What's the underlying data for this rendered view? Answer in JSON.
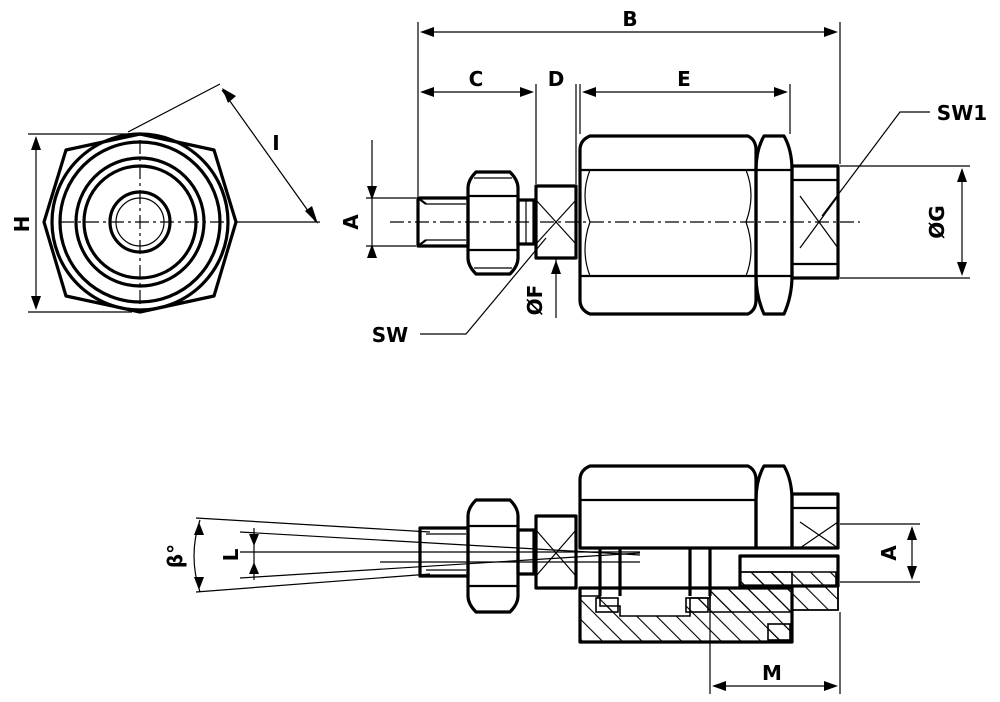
{
  "labels": {
    "B": "B",
    "C": "C",
    "D": "D",
    "E": "E",
    "SW1": "SW1",
    "H": "H",
    "I": "I",
    "A_top": "A",
    "G": "ØG",
    "F": "ØF",
    "SW": "SW",
    "L": "L",
    "beta": "β°",
    "A_bottom": "A",
    "M": "M"
  }
}
